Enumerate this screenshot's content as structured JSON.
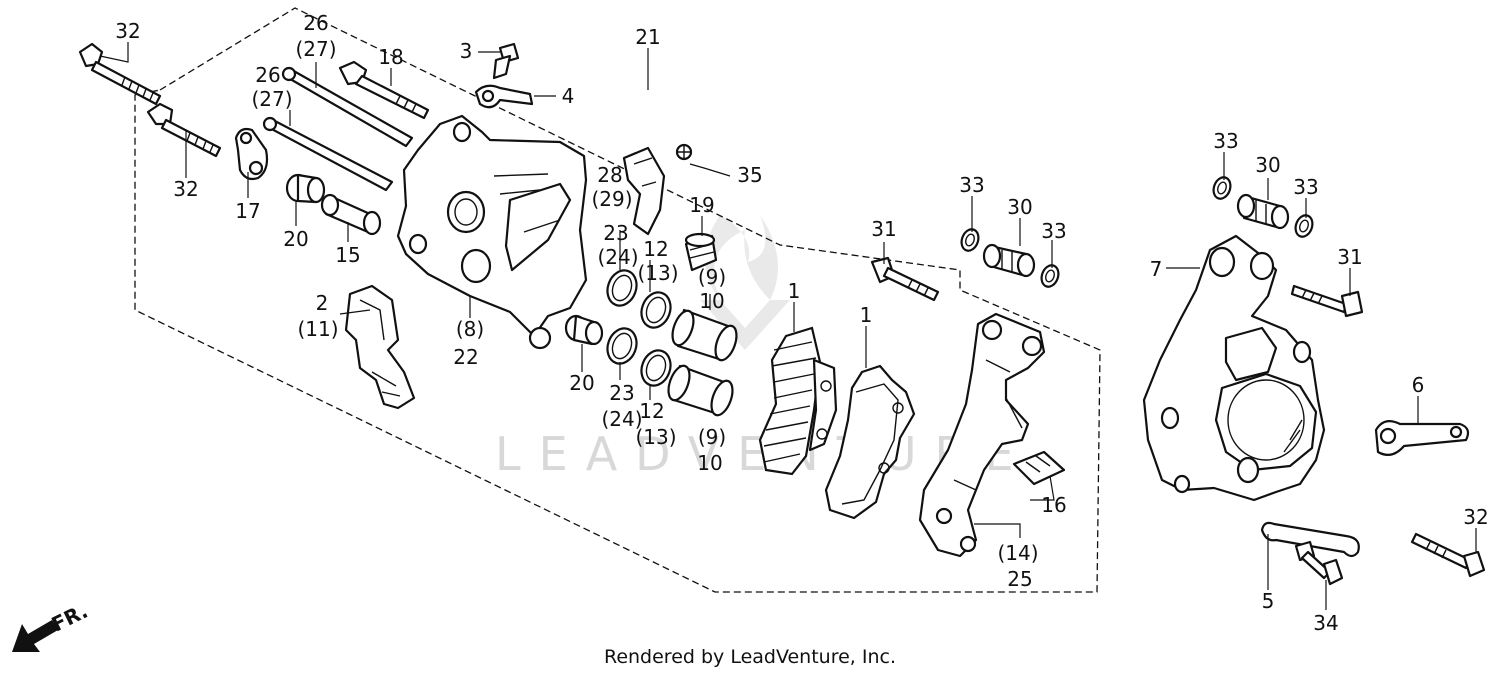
{
  "credit": "Rendered by LeadVenture, Inc.",
  "watermark": "LEADVENTURE",
  "direction_label": "FR.",
  "labels": {
    "l32a": "32",
    "l26a": "26",
    "l27a": "(27)",
    "l18": "18",
    "l3": "3",
    "l4": "4",
    "l21": "21",
    "l26b": "26",
    "l27b": "(27)",
    "l32b": "32",
    "l17": "17",
    "l20a": "20",
    "l15": "15",
    "l28": "28",
    "l29": "(29)",
    "l35": "35",
    "l23a": "23",
    "l24a": "(24)",
    "l19": "19",
    "l12a": "12",
    "l13a": "(13)",
    "l9a": "(9)",
    "l10a": "10",
    "l2": "2",
    "l11": "(11)",
    "l8": "(8)",
    "l22": "22",
    "l1a": "1",
    "l1b": "1",
    "l20b": "20",
    "l23b": "23",
    "l24b": "(24)",
    "l12b": "12",
    "l13b": "(13)",
    "l9b": "(9)",
    "l10b": "10",
    "l31a": "31",
    "l33a": "33",
    "l30a": "30",
    "l33b": "33",
    "l16": "16",
    "l14": "(14)",
    "l25": "25",
    "l33c": "33",
    "l30b": "30",
    "l33d": "33",
    "l7": "7",
    "l31b": "31",
    "l6": "6",
    "l5": "5",
    "l34": "34",
    "l32c": "32"
  }
}
